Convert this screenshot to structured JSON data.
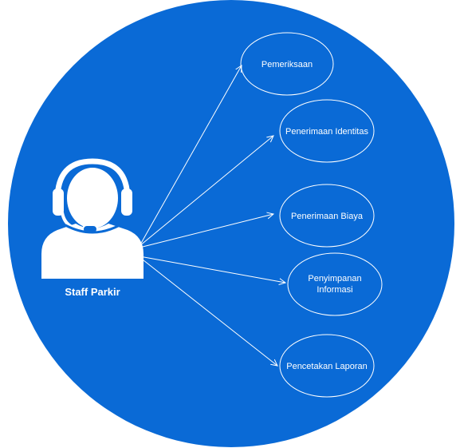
{
  "colors": {
    "background_circle": "#0a6ad6",
    "foreground": "#ffffff"
  },
  "actor": {
    "label": "Staff Parkir",
    "icon": "headset-person-icon"
  },
  "use_cases": [
    {
      "lines": [
        "Pemeriksaan"
      ]
    },
    {
      "lines": [
        "Penerimaan Identitas"
      ]
    },
    {
      "lines": [
        "Penerimaan Biaya"
      ]
    },
    {
      "lines": [
        "Penyimpanan",
        "Informasi"
      ]
    },
    {
      "lines": [
        "Pencetakan Laporan"
      ]
    }
  ]
}
